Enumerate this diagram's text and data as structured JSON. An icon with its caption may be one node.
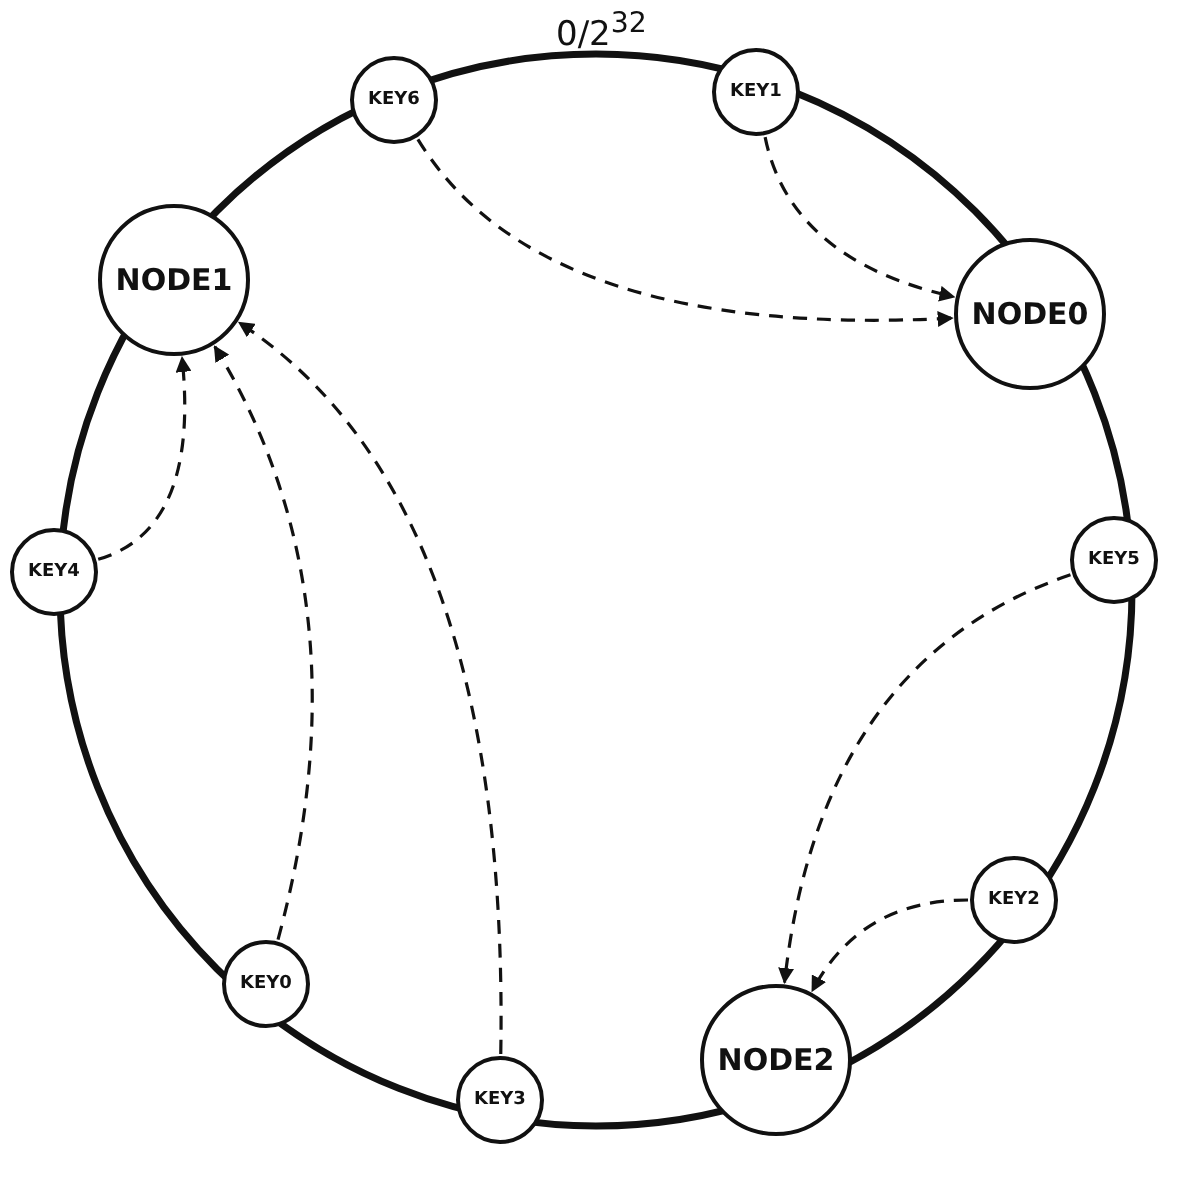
{
  "diagram": {
    "nodes": [
      {
        "text": [
          "KEY6"
        ]
      },
      {
        "text": [
          "KEY1"
        ]
      },
      {
        "text": [
          "NODE1"
        ]
      },
      {
        "text": [
          "NODE0"
        ]
      },
      {
        "text": [
          "KEY5"
        ]
      },
      {
        "text": [
          "KEY4"
        ]
      },
      {
        "text": [
          "KEY2"
        ]
      },
      {
        "text": [
          "KEY0"
        ]
      },
      {
        "text": [
          "NODE2"
        ]
      },
      {
        "text": [
          "KEY3"
        ]
      }
    ],
    "edges": [
      {
        "from": 0,
        "to": 3,
        "arrow": "to",
        "style": "dashed"
      },
      {
        "from": 1,
        "to": 3,
        "arrow": "to",
        "style": "dashed"
      },
      {
        "from": 5,
        "to": 2,
        "arrow": "to",
        "style": "dashed"
      },
      {
        "from": 7,
        "to": 2,
        "arrow": "to",
        "style": "dashed"
      },
      {
        "from": 9,
        "to": 2,
        "arrow": "to",
        "style": "dashed"
      },
      {
        "from": 4,
        "to": 8,
        "arrow": "to",
        "style": "dashed"
      },
      {
        "from": 6,
        "to": 8,
        "arrow": "to",
        "style": "dashed"
      }
    ],
    "labels": [
      "0/2$^{32}$"
    ]
  }
}
